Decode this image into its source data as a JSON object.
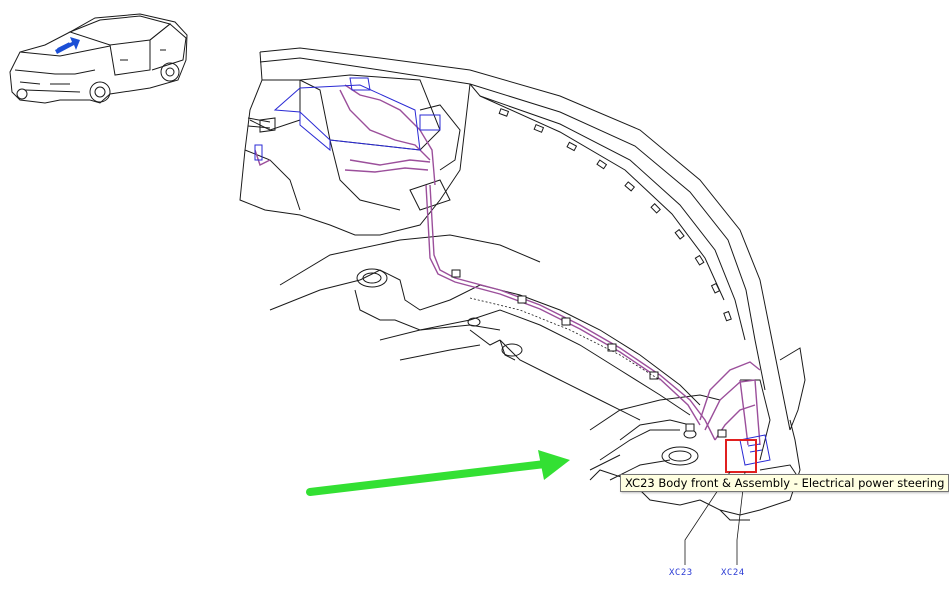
{
  "tooltip": {
    "text": "XC23 Body front & Assembly - Electrical power steering"
  },
  "callouts": [
    {
      "id": "XC23",
      "label": "XC23"
    },
    {
      "id": "XC24",
      "label": "XC24"
    }
  ],
  "colors": {
    "outline": "#1a1a1a",
    "harness": "#9b4f9b",
    "bracket": "#2a2ad4",
    "arrow": "#33e033",
    "highlight": "#e02020",
    "callout_text": "#2a3ad4",
    "locator_arrow": "#1b4fd6"
  },
  "icons": {
    "locator": "car-locator-icon",
    "pointer": "green-arrow-icon"
  }
}
